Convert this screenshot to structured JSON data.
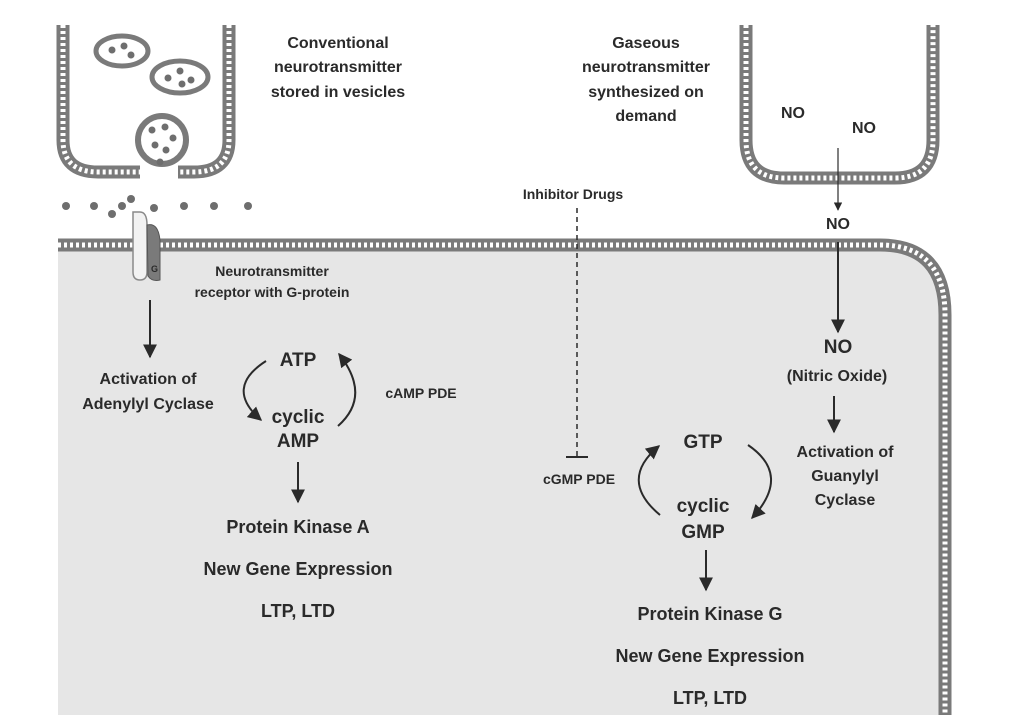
{
  "colors": {
    "cell_fill": "#e6e6e6",
    "membrane": "#7a7a7a",
    "text": "#2a2a2a",
    "vesicle_dots": "#6e6e6e"
  },
  "labels": {
    "conventional": [
      "Conventional",
      "neurotransmitter",
      "stored in vesicles"
    ],
    "gaseous": [
      "Gaseous",
      "neurotransmitter",
      "synthesized on",
      "demand"
    ],
    "no_in_terminal_1": "NO",
    "no_in_terminal_2": "NO",
    "no_outside": "NO",
    "inhibitor_drugs": "Inhibitor Drugs",
    "receptor": [
      "Neurotransmitter",
      "receptor with G-protein"
    ],
    "receptor_g": "G",
    "adenylyl": [
      "Activation of",
      "Adenylyl  Cyclase"
    ],
    "atp": "ATP",
    "camp": [
      "cyclic",
      "AMP"
    ],
    "camp_pde": "cAMP PDE",
    "pka": "Protein Kinase A",
    "gene_expr_left": "New Gene Expression",
    "ltp_left": "LTP, LTD",
    "no_inside": "NO",
    "nitric_oxide": "(Nitric  Oxide)",
    "guanylyl": [
      "Activation of",
      "Guanylyl",
      "Cyclase"
    ],
    "gtp": "GTP",
    "cgmp": [
      "cyclic",
      "GMP"
    ],
    "cgmp_pde": "cGMP PDE",
    "pkg": "Protein Kinase G",
    "gene_expr_right": "New Gene Expression",
    "ltp_right": "LTP, LTD"
  }
}
